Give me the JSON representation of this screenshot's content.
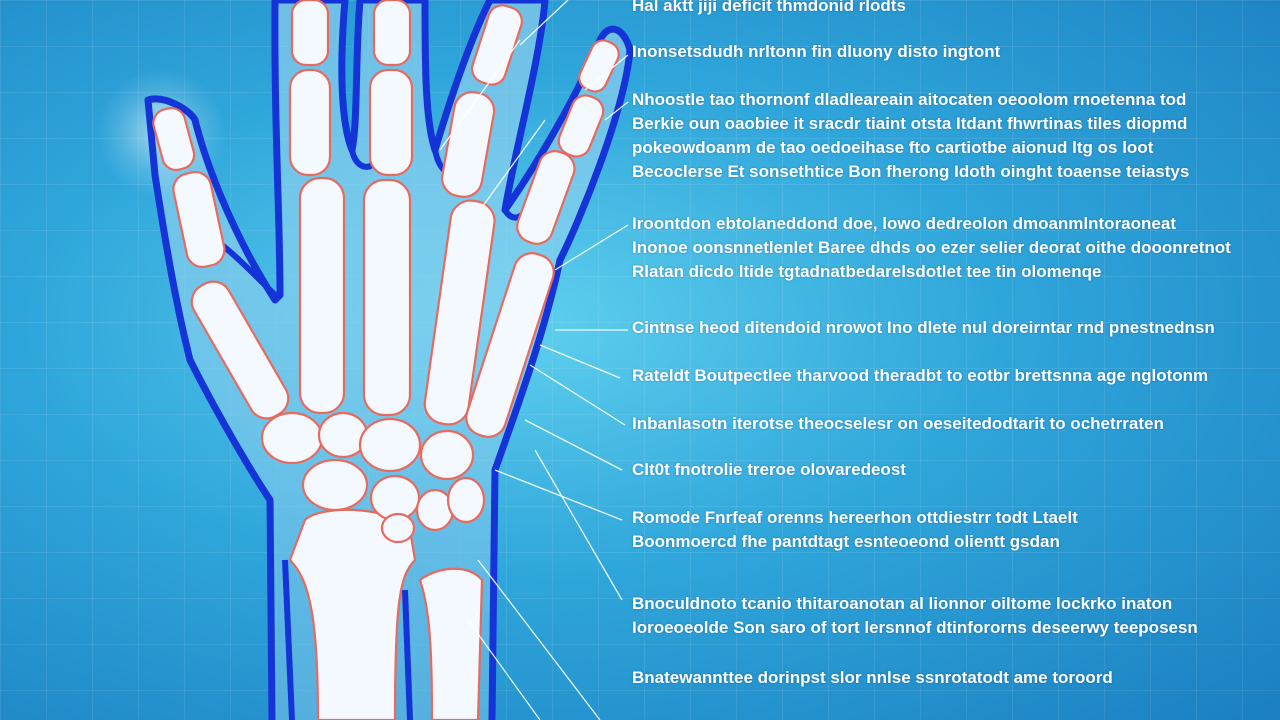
{
  "diagram": {
    "type": "anatomy-hand-x-ray-infographic",
    "subject": "hand and wrist bones",
    "colors": {
      "background": "#2fa6db",
      "outline": "#1534d8",
      "bone_fill": "#f4f9ff",
      "bone_edge": "#e86a5e",
      "text": "#ffffff"
    },
    "labels": [
      {
        "lines": [
          "Hal aktt jiji deficit thmdonid rlodts"
        ]
      },
      {
        "lines": [
          "Inonsetsdudh nrltonn fin dluony disto ingtont"
        ]
      },
      {
        "lines": [
          "Nhoostle tao thornonf dladleareain aitocaten oeoolom rnoetenna tod",
          "Berkie oun oaobiee it sracdr tiaint otsta Itdant fhwrtinas tiles diopmd",
          "pokeowdoanm de tao oedoeihase fto cartiotbe aionud ltg os loot",
          "Becoclerse Et sonsethtice Bon fherong Idoth oinght toaense teiastys"
        ]
      },
      {
        "lines": [
          "Iroontdon ebtolaneddond doe, lowo dedreolon dmoanmlntoraoneat",
          "Inonoe oonsnnetlenlet Baree dhds oo ezer selier deorat oithe dooonretnot",
          "Rlatan dicdo ltide tgtadnatbedarelsdotlet tee tin olomenqe"
        ]
      },
      {
        "lines": [
          "Cintnse heod ditendoid nrowot Ino dlete nul doreirntar rnd pnestnednsn"
        ]
      },
      {
        "lines": [
          "Rateldt Boutpectlee tharvood theradbt to eotbr brettsnna age nglotonm"
        ]
      },
      {
        "lines": [
          "Inbanlasotn iterotse theocselesr on oeseitedodtarit to ochetrraten"
        ]
      },
      {
        "lines": [
          "Clt0t fnotrolie treroe olovaredeost"
        ]
      },
      {
        "lines": [
          "Romode Fnrfeaf orenns hereerhon ottdiestrr todt Ltaelt",
          "Boonmoercd fhe pantdtagt esnteoeond olientt gsdan"
        ]
      },
      {
        "lines": [
          "Bnoculdnoto tcanio thitaroanotan al lionnor oiltome lockrko inaton",
          "Ioroeoeolde Son saro of tort lersnnof dtinfororns deseerwy teeposesn"
        ]
      },
      {
        "lines": [
          "Bnatewannttee dorinpst slor nnlse ssnrotatodt ame toroord"
        ]
      }
    ]
  }
}
